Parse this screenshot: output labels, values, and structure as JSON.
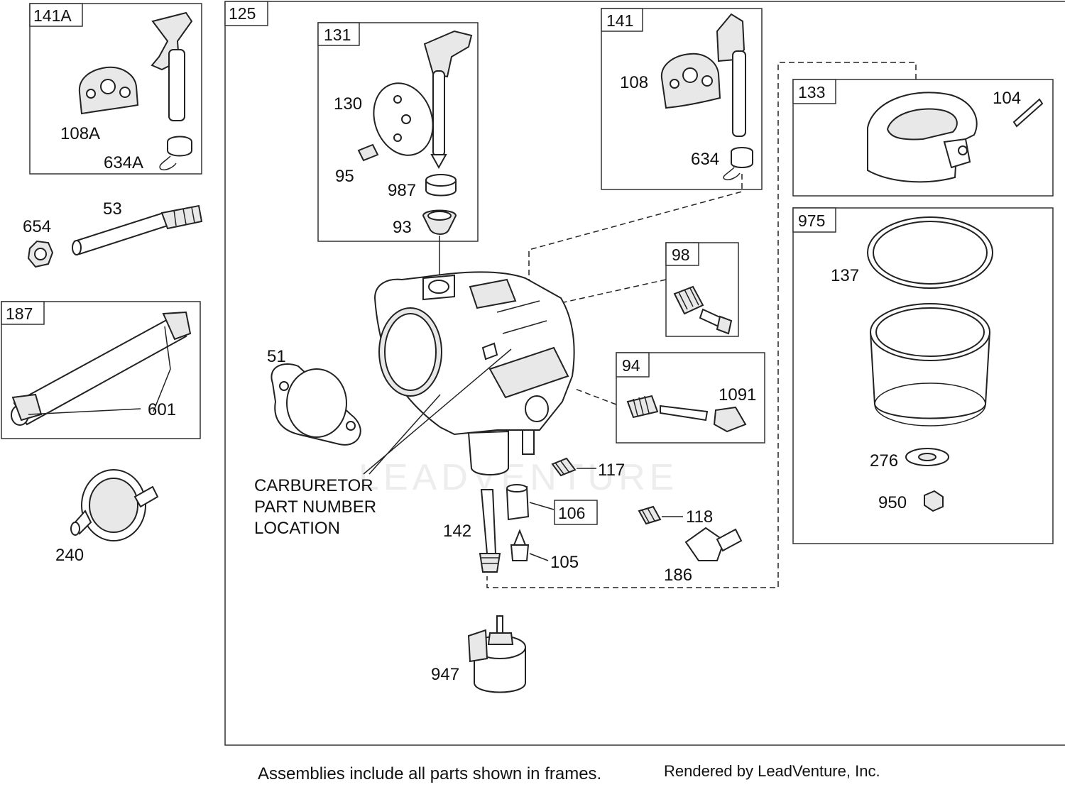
{
  "watermark": "LEADVENTURE",
  "frames": {
    "f141A": "141A",
    "f125": "125",
    "f131": "131",
    "f141": "141",
    "f133": "133",
    "f975": "975",
    "f98": "98",
    "f94": "94",
    "f187": "187",
    "f106": "106"
  },
  "callouts": {
    "p108A": "108A",
    "p634A": "634A",
    "p654": "654",
    "p53": "53",
    "p601": "601",
    "p240": "240",
    "p130": "130",
    "p95": "95",
    "p987": "987",
    "p93": "93",
    "p108": "108",
    "p634": "634",
    "p104": "104",
    "p137": "137",
    "p276": "276",
    "p950": "950",
    "p51": "51",
    "p1091": "1091",
    "p117": "117",
    "p118": "118",
    "p142": "142",
    "p105": "105",
    "p186": "186",
    "p947": "947"
  },
  "carb_note": {
    "line1": "CARBURETOR",
    "line2": "PART NUMBER",
    "line3": "LOCATION"
  },
  "footer": {
    "assemblies_note": "Assemblies include all parts shown in frames.",
    "rendered_by": "Rendered by LeadVenture, Inc."
  }
}
